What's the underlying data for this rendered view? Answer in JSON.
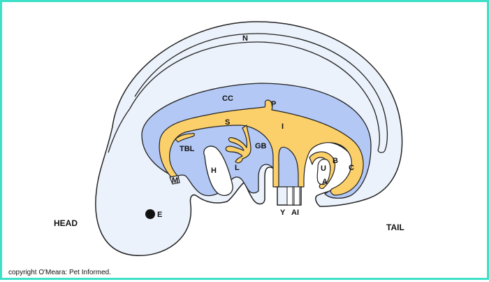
{
  "colors": {
    "frame": "#3fe0c8",
    "embryo_fill": "#ecf2fb",
    "coelom_fill": "#b3c8f4",
    "gut_fill": "#fbd06a",
    "outline": "#222222",
    "eye": "#111111"
  },
  "labels": {
    "N": "N",
    "CC": "CC",
    "P": "P",
    "S": "S",
    "I": "I",
    "TBL": "TBL",
    "GB": "GB",
    "H": "H",
    "L": "L",
    "M": "M",
    "E": "E",
    "U": "U",
    "B": "B",
    "C": "C",
    "A": "A",
    "Y": "Y",
    "AI": "AI"
  },
  "head": "HEAD",
  "tail": "TAIL",
  "copyright": "copyright O'Meara: Pet Informed."
}
